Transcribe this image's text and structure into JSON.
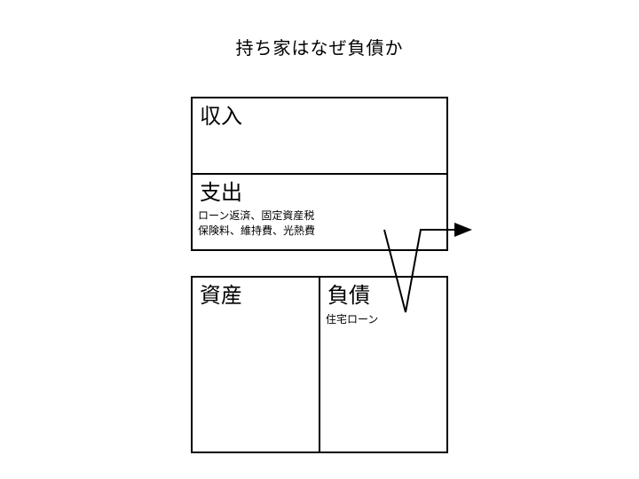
{
  "title": "持ち家はなぜ負債か",
  "income": {
    "heading": "収入"
  },
  "expense": {
    "heading": "支出",
    "details": [
      "ローン返済、固定資産税",
      "保険料、維持費、光熱費"
    ]
  },
  "balance_sheet": {
    "assets": {
      "heading": "資産"
    },
    "liabilities": {
      "heading": "負債",
      "detail": "住宅ローン"
    }
  },
  "colors": {
    "line": "#000000",
    "background": "#ffffff"
  }
}
